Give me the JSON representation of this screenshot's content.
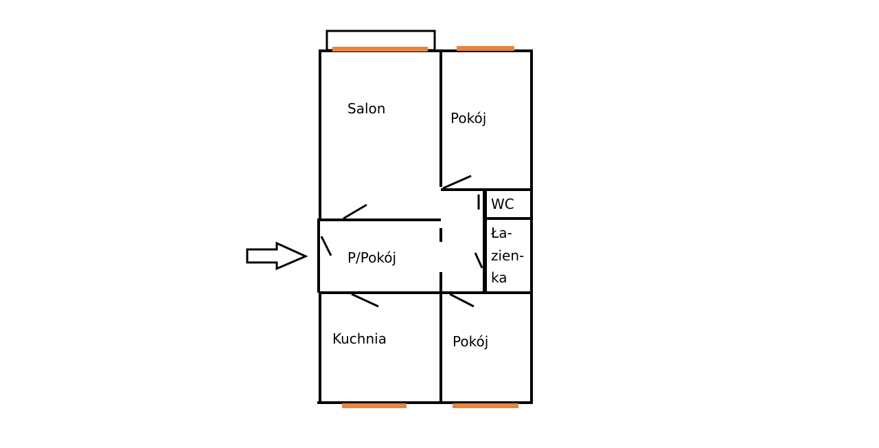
{
  "rooms": {
    "salon": "Salon",
    "pokoj_top": "Pokój",
    "wc": "WC",
    "lazienka": [
      "Ła-",
      "zien-",
      "ka"
    ],
    "hall": "P/Pokój",
    "kuchnia": "Kuchnia",
    "pokoj_bottom": "Pokój"
  },
  "colors": {
    "wall": "#000000",
    "window": "#e8843e",
    "background": "#ffffff"
  }
}
